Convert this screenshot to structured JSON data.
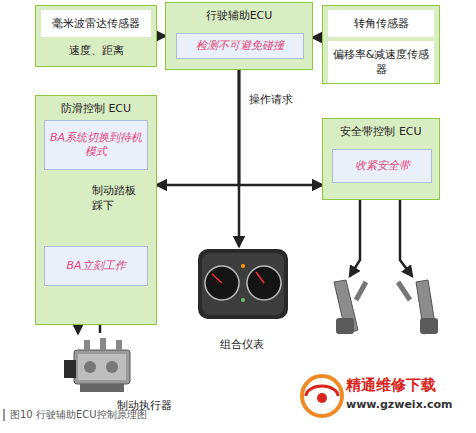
{
  "diagram": {
    "caption": "图10 行驶辅助ECU控制原理图",
    "nodes": [
      {
        "text": [
          "毫米波雷达传感器",
          "速度、距离"
        ]
      },
      {
        "text": [
          "行驶辅助ECU"
        ]
      },
      {
        "text": [
          "检测不可避免碰撞"
        ],
        "in": 1
      },
      {
        "text": [
          "转角传感器",
          "偏移率&减速度传感器"
        ]
      },
      {
        "text": [
          "防滑控制 ECU"
        ]
      },
      {
        "text": [
          "BA系统切换到待机模式"
        ],
        "in": 4
      },
      {
        "text": [
          "BA立刻工作"
        ],
        "in": 4
      },
      {
        "text": [
          "安全带控制 ECU"
        ]
      },
      {
        "text": [
          "收紧安全带"
        ],
        "in": 7
      },
      {
        "text": [
          "制动执行器"
        ]
      },
      {
        "text": [
          "组合仪表"
        ]
      }
    ],
    "edges": [
      {
        "from": 0,
        "to": 1,
        "arrow": "to"
      },
      {
        "from": 3,
        "to": 1,
        "arrow": "to"
      },
      {
        "from": 1,
        "to": 4,
        "arrow": "to"
      },
      {
        "from": 1,
        "to": 7,
        "arrow": "to"
      },
      {
        "from": 1,
        "to": 10,
        "arrow": "to",
        "label": "操作请求"
      },
      {
        "from": 5,
        "to": 6,
        "arrow": "to"
      },
      {
        "from": 6,
        "to": 9,
        "arrow": "to"
      },
      {
        "from": 9,
        "to": 6,
        "arrow": "to"
      }
    ],
    "labels": [
      "制动踏板踩下",
      "精通维修下载",
      "www.gzweix.com"
    ]
  }
}
